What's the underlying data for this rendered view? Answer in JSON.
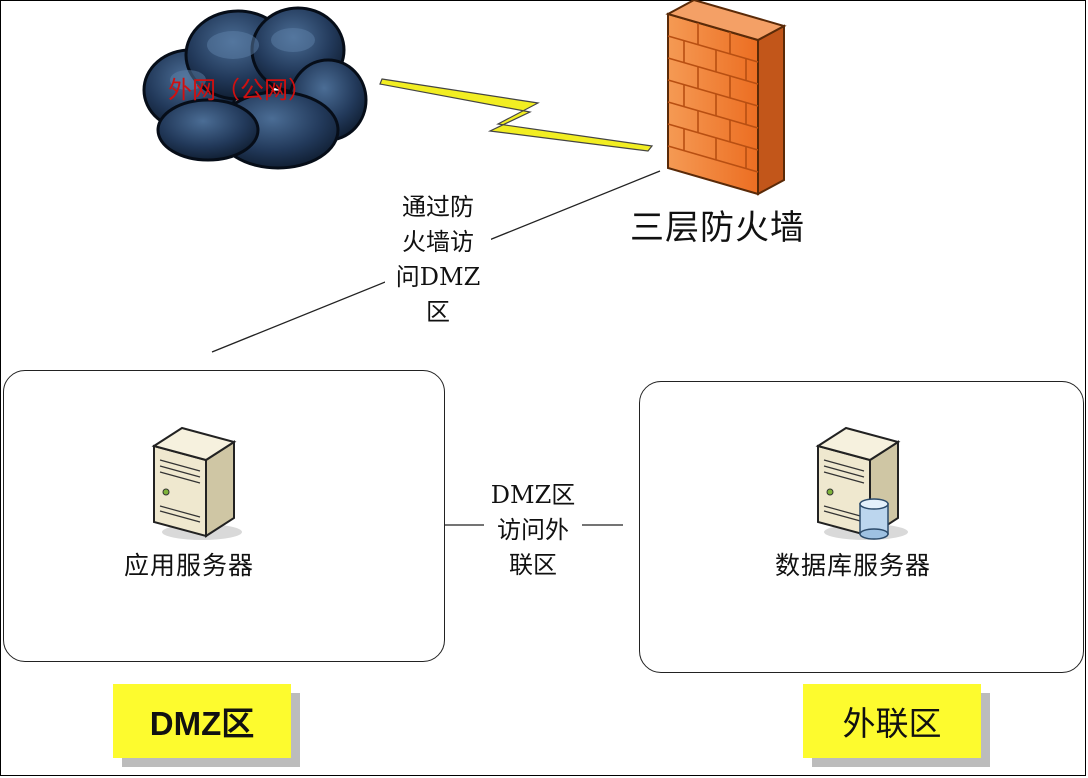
{
  "nodes": {
    "internet": "外网（公网）",
    "firewall": "三层防火墙",
    "app_server": "应用服务器",
    "db_server": "数据库服务器"
  },
  "edge_labels": {
    "firewall_to_dmz": [
      "通过防",
      "火墙访",
      "问DMZ",
      "区"
    ],
    "dmz_to_external": [
      "DMZ区",
      "访问外",
      "联区"
    ]
  },
  "zones": {
    "dmz": "DMZ区",
    "external": "外联区"
  },
  "colors": {
    "zone_tag": "#fdfb2e",
    "bolt": "#f2ee22",
    "firewall_brick": "#f07a2e",
    "cloud": "#1f3a5a",
    "internet_text": "#d01010"
  },
  "icons": {
    "internet": "cloud-icon",
    "firewall": "brick-wall-icon",
    "app_server": "server-icon",
    "db_server": "database-server-icon",
    "link": "lightning-bolt-icon"
  }
}
